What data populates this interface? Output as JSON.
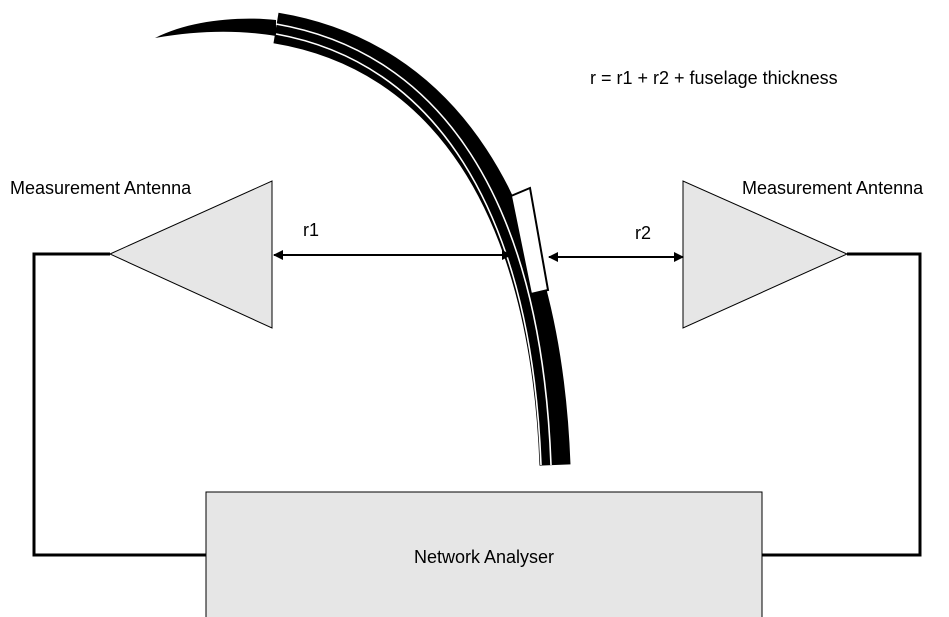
{
  "formula": "r = r1 + r2 + fuselage thickness",
  "left_antenna": {
    "label": "Measurement Antenna"
  },
  "right_antenna": {
    "label": "Measurement Antenna"
  },
  "distances": {
    "left": "r1",
    "right": "r2"
  },
  "analyser": {
    "label": "Network Analyser"
  },
  "colors": {
    "shape_fill": "#e6e6e6",
    "stroke": "#000000",
    "fuselage": "#000000",
    "background": "#ffffff"
  }
}
